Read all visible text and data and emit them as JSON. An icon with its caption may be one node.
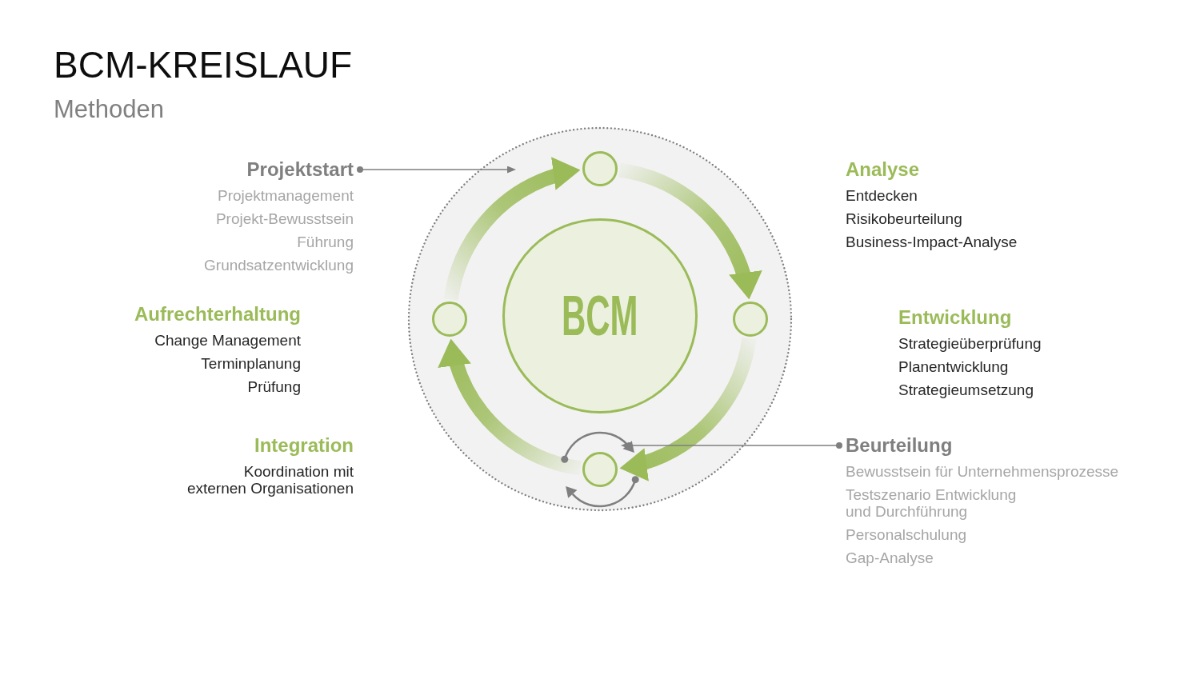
{
  "diagram": {
    "title": "BCM-KREISLAUF",
    "nodes": [
      {
        "text": [
          "Projektstart",
          "Projektmanagement",
          "Projekt-Bewusstsein",
          "Führung",
          "Grundsatzentwicklung"
        ]
      },
      {
        "text": [],
        "shape": "circle"
      },
      {
        "text": [],
        "shape": "circle"
      },
      {
        "text": [
          "BCM"
        ]
      },
      {
        "text": [],
        "shape": "circle"
      },
      {
        "text": [],
        "shape": "circle"
      },
      {
        "text": [
          "Beurteilung",
          "Bewusstsein für Unternehmensprozesse",
          "Testszenario Entwicklung und Durchführung",
          "Personalschulung",
          "Gap-Analyse"
        ]
      }
    ],
    "edges": [
      {
        "from": 0,
        "to": null,
        "arrow": "to",
        "color": "#7f7f7f"
      },
      {
        "from": 2,
        "to": 1,
        "arrow": "to",
        "style": "thick"
      },
      {
        "from": 1,
        "to": 4,
        "arrow": "to",
        "style": "thick"
      },
      {
        "from": 4,
        "to": 5,
        "arrow": "to",
        "style": "thick"
      },
      {
        "from": 5,
        "to": 2,
        "arrow": "to",
        "style": "thick"
      },
      {
        "from": 6,
        "to": 5,
        "arrow": "to",
        "color": "#7f7f7f"
      }
    ],
    "labels": [
      "Methoden",
      "Analyse",
      "Entdecken",
      "Risikobeurteilung",
      "Business-Impact-Analyse",
      "Aufrechterhaltung",
      "Change Management",
      "Terminplanung",
      "Prüfung",
      "Entwicklung",
      "Strategieüberprüfung",
      "Planentwicklung",
      "Strategieumsetzung",
      "Integration",
      "Koordination mit externen Organisationen"
    ]
  }
}
